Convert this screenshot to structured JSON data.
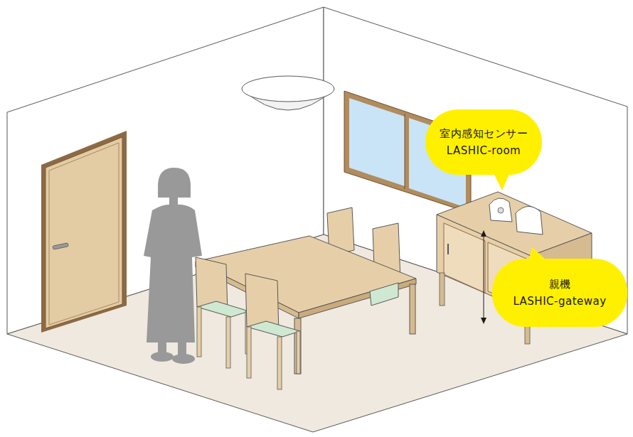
{
  "diagram": {
    "nodes": [
      {
        "text": [
          "室内感知センサー",
          "LASHIC-room"
        ]
      },
      {
        "text": [
          "親機",
          "LASHIC-gateway"
        ]
      }
    ]
  }
}
